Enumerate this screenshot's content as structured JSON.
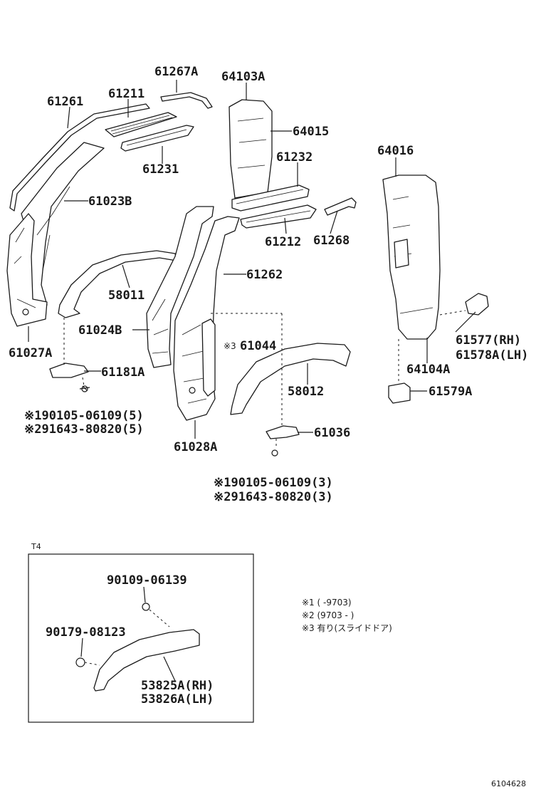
{
  "labels": {
    "p61267A": "61267A",
    "p64103A": "64103A",
    "p61261": "61261",
    "p61211": "61211",
    "p64015": "64015",
    "p61231": "61231",
    "p61232": "61232",
    "p64016": "64016",
    "p61023B": "61023B",
    "p61212": "61212",
    "p61268": "61268",
    "p58011": "58011",
    "p61262": "61262",
    "p61024B": "61024B",
    "p61044_mark": "※3",
    "p61044": "61044",
    "p61027A": "61027A",
    "p61577": "61577(RH)",
    "p61578A": "61578A(LH)",
    "p61181A": "61181A",
    "p58012": "58012",
    "p64104A": "64104A",
    "p61579A": "61579A",
    "bolt_left_1": "※190105-06109(5)",
    "bolt_left_2": "※291643-80820(5)",
    "p61028A": "61028A",
    "p61036": "61036",
    "bolt_mid_1": "※190105-06109(3)",
    "bolt_mid_2": "※291643-80820(3)"
  },
  "inset": {
    "tag": "T4",
    "bolt_1": "90109-06139",
    "bolt_2": "90179-08123",
    "part_rh": "53825A(RH)",
    "part_lh": "53826A(LH)"
  },
  "notes": {
    "n1": "※1 (      -9703)",
    "n2": "※2 (9703 -      )",
    "n3": "※3 有り(スライドドア)"
  },
  "footer": {
    "diagram_code": "6104628"
  }
}
